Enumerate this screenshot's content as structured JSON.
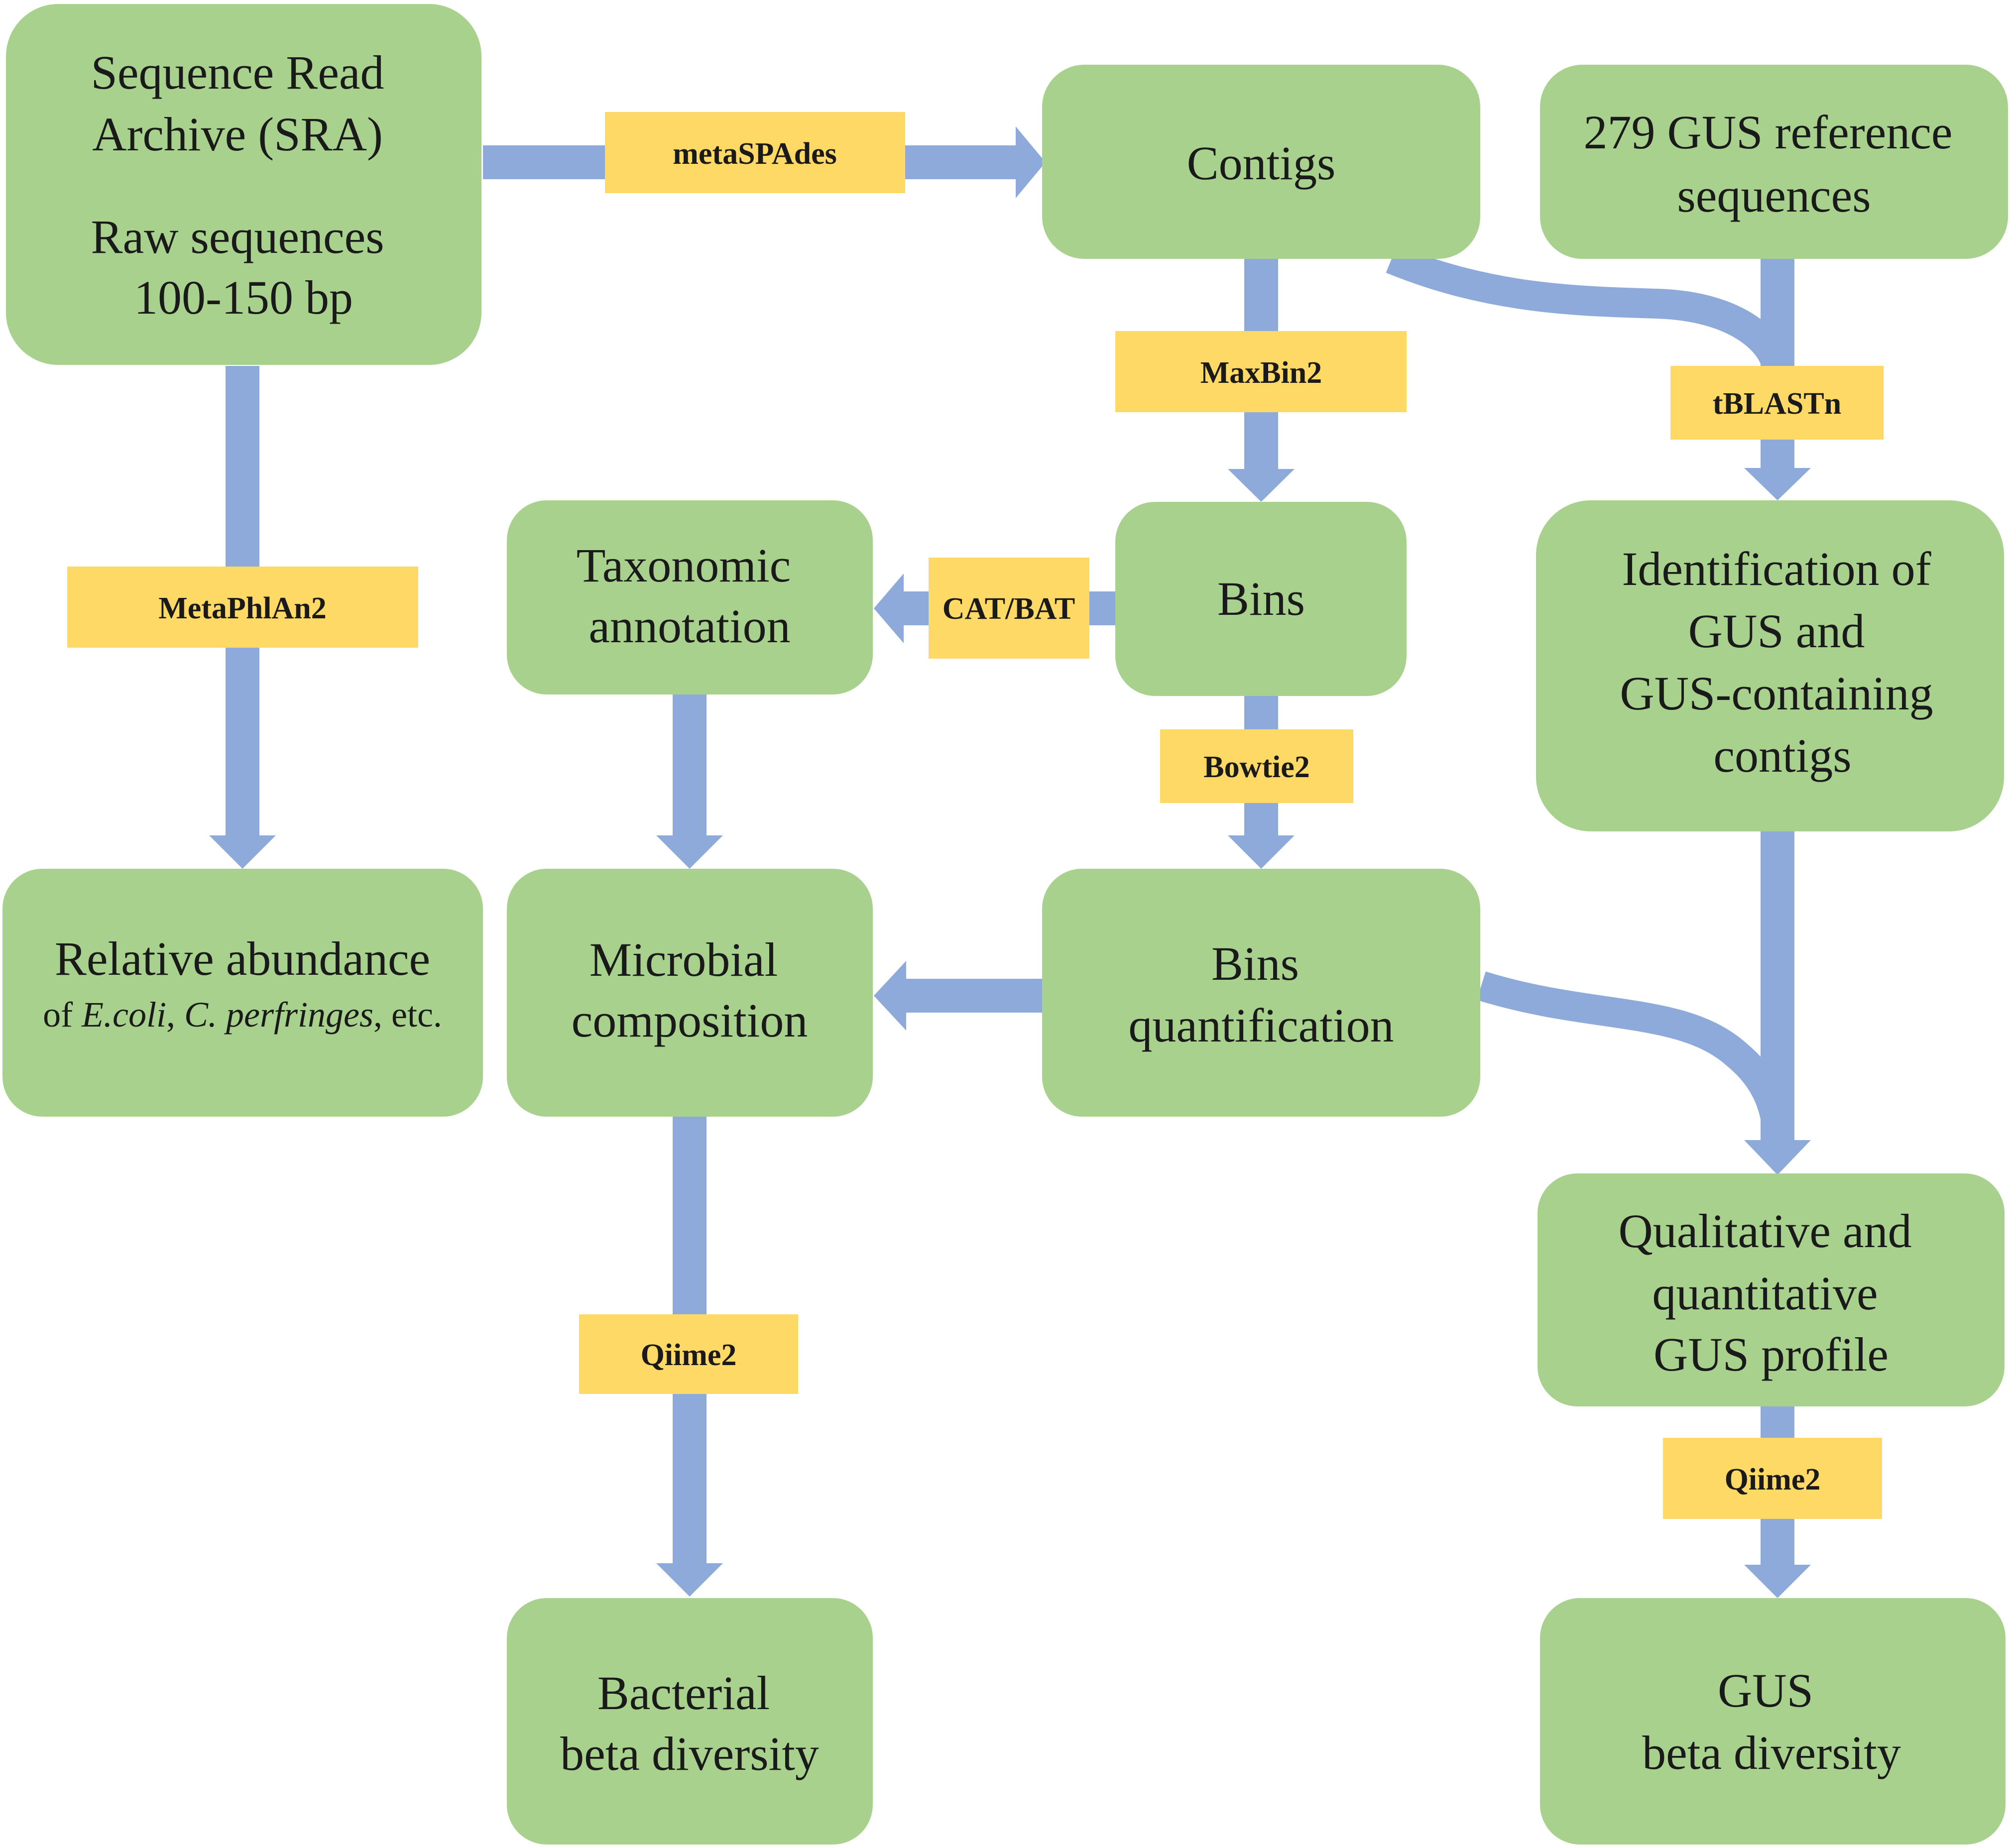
{
  "nodes": {
    "sra": {
      "line1": "Sequence Read",
      "line2": "Archive (SRA)",
      "line3": "Raw sequences",
      "line4": "100-150 bp"
    },
    "contigs": {
      "label": "Contigs"
    },
    "gus_ref": {
      "line1": "279 GUS reference",
      "line2": "sequences"
    },
    "taxonomic": {
      "line1": "Taxonomic",
      "line2": "annotation"
    },
    "bins": {
      "label": "Bins"
    },
    "identification": {
      "line1": "Identification of",
      "line2": "GUS and",
      "line3": "GUS-containing",
      "line4": "contigs"
    },
    "relative": {
      "line1": "Relative abundance",
      "prefix": "of ",
      "species1": "E.coli",
      "sep": ", ",
      "species2": "C. perfringes",
      "suffix": ", etc."
    },
    "microbial": {
      "line1": "Microbial",
      "line2": "composition"
    },
    "bins_quant": {
      "line1": "Bins",
      "line2": "quantification"
    },
    "gus_profile": {
      "line1": "Qualitative and",
      "line2": "quantitative",
      "line3": "GUS profile"
    },
    "bact_beta": {
      "line1": "Bacterial",
      "line2": "beta diversity"
    },
    "gus_beta": {
      "line1": "GUS",
      "line2": "beta diversity"
    }
  },
  "tools": {
    "metaspades": "metaSPAdes",
    "maxbin2": "MaxBin2",
    "tblastn": "tBLASTn",
    "metaphlan2": "MetaPhlAn2",
    "catbat": "CAT/BAT",
    "bowtie2": "Bowtie2",
    "qiime2_left": "Qiime2",
    "qiime2_right": "Qiime2"
  },
  "colors": {
    "node": "#a9d18e",
    "tool": "#ffd966",
    "arrow": "#8eaadb",
    "text": "#1a1a1a"
  }
}
